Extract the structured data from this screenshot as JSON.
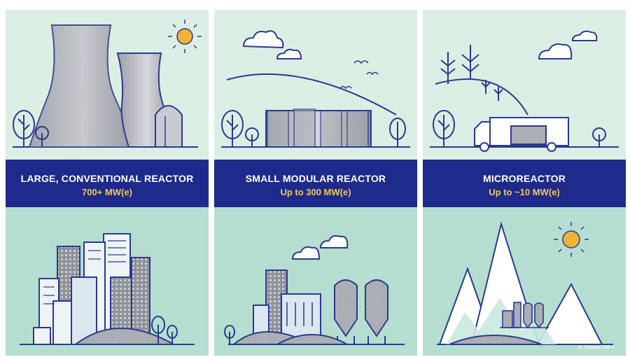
{
  "panels": [
    {
      "title": "LARGE, CONVENTIONAL REACTOR",
      "subtitle": "700+ MW(e)"
    },
    {
      "title": "SMALL MODULAR REACTOR",
      "subtitle": "Up to 300 MW(e)"
    },
    {
      "title": "MICROREACTOR",
      "subtitle": "Up to ~10 MW(e)"
    }
  ],
  "credit": "A. Vargas/IAEA",
  "colors": {
    "band": "#1e2a8c",
    "subtitle": "#f2c94c",
    "top_bg": "#dbeee4",
    "bottom_bg": "#b5ddd0",
    "line": "#2a3a8f",
    "sun": "#f2b234"
  }
}
